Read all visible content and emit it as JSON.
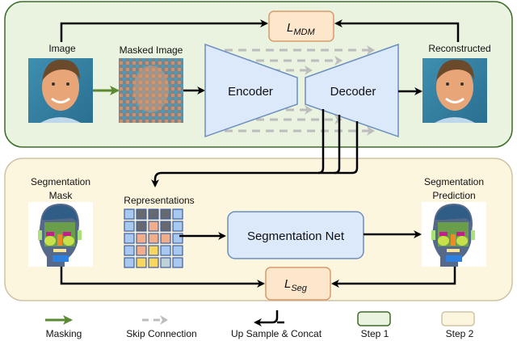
{
  "step1": {
    "image_label": "Image",
    "masked_label": "Masked Image",
    "encoder_label": "Encoder",
    "decoder_label": "Decoder",
    "reconstructed_label": "Reconstructed",
    "loss_main": "L",
    "loss_sub": "MDM"
  },
  "step2": {
    "mask_label_1": "Segmentation",
    "mask_label_2": "Mask",
    "representations_label": "Representations",
    "segnet_label": "Segmentation Net",
    "pred_label_1": "Segmentation",
    "pred_label_2": "Prediction",
    "loss_main": "L",
    "loss_sub": "Seg",
    "grid": [
      [
        "blue",
        "dark",
        "dark",
        "dark",
        "blue"
      ],
      [
        "blue",
        "dark",
        "orange",
        "dark",
        "blue"
      ],
      [
        "blue",
        "orange",
        "orange",
        "orange",
        "blue"
      ],
      [
        "blue",
        "orange",
        "yellow",
        "blue",
        "blue"
      ],
      [
        "blue",
        "yellow",
        "yellow",
        "gray",
        "blue"
      ]
    ]
  },
  "legend": {
    "masking": "Masking",
    "skip": "Skip Connection",
    "upsample": "Up Sample & Concat",
    "step1": "Step 1",
    "step2": "Step 2"
  },
  "colors": {
    "step1_fill": "#e9f3df",
    "step1_stroke": "#3d6b27",
    "step2_fill": "#fcf6df",
    "step2_stroke": "#cfc3a6",
    "mask_arrow": "#5a8a32",
    "skip_arrow": "#b9b9b9",
    "trap_fill": "#dce9fb",
    "trap_stroke": "#6c8ebf",
    "loss_fill": "#fce7cc",
    "loss_stroke": "#d79b6a",
    "cell_blue": "#a9c8ef",
    "cell_dark": "#666a70",
    "cell_orange": "#f2ae8a",
    "cell_yellow": "#f8d660",
    "cell_gray": "#bdd3d8",
    "cell_stroke": "#3f5f9e"
  }
}
